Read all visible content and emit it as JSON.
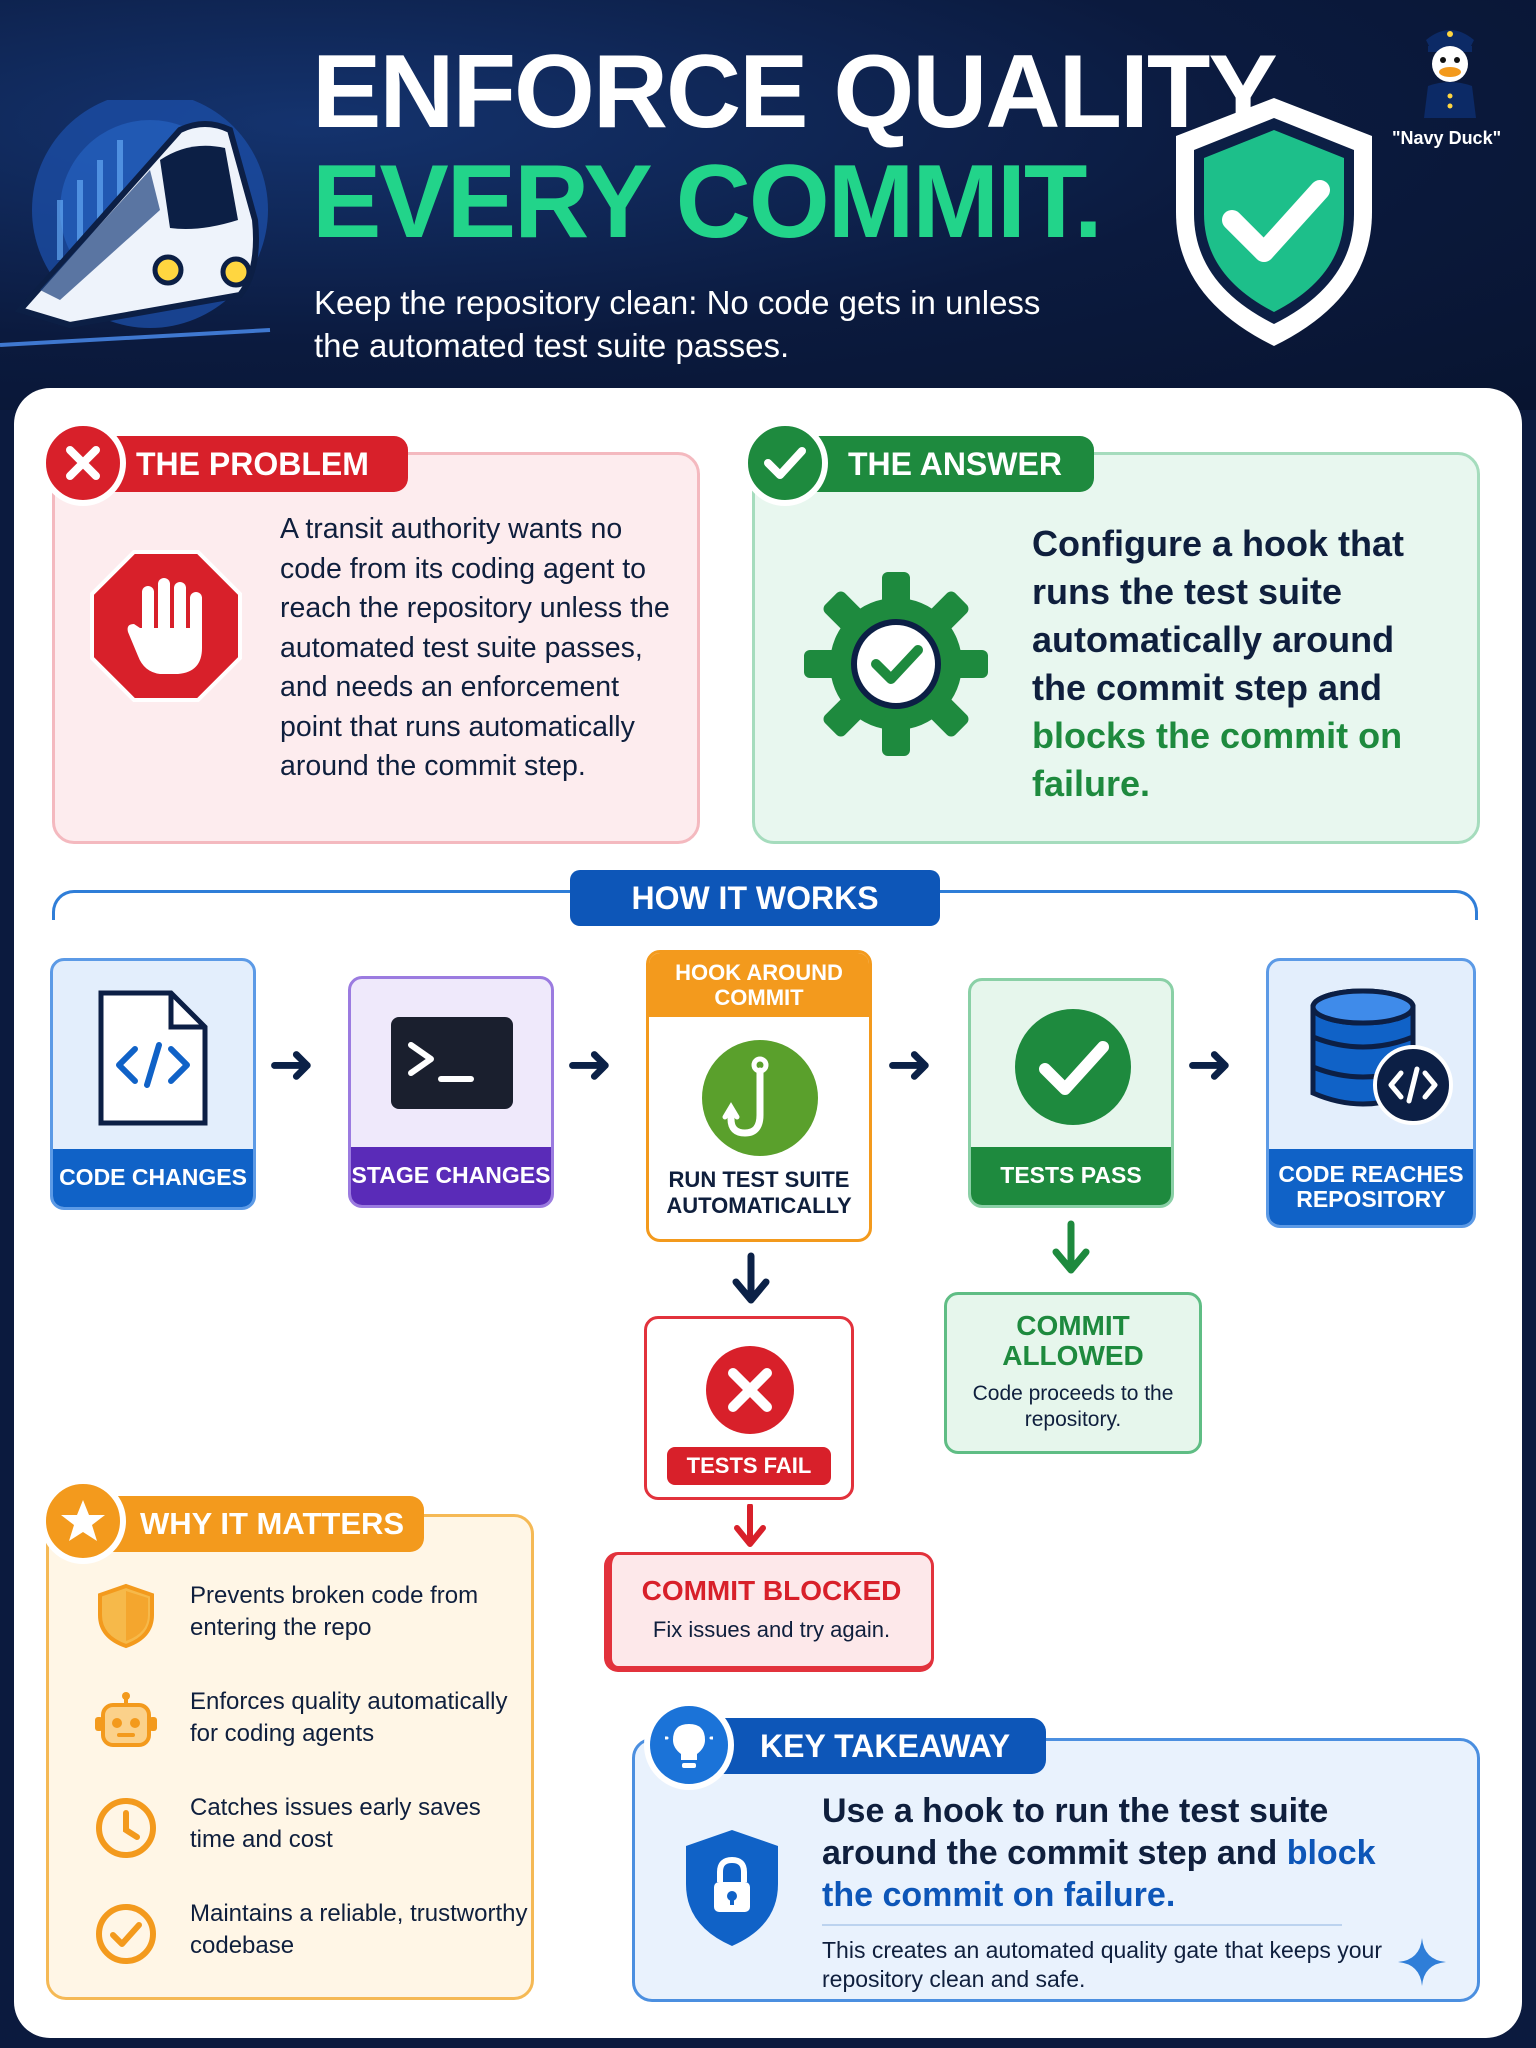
{
  "header": {
    "title_line1": "ENFORCE QUALITY.",
    "title_line2": "EVERY COMMIT.",
    "subtitle": "Keep the repository clean: No code gets in unless the automated test suite passes.",
    "mascot_caption": "\"Navy Duck\""
  },
  "problem": {
    "label": "THE PROBLEM",
    "icon": "stop-hand-icon",
    "text": "A transit authority wants no code from its coding agent to reach the repository unless the automated test suite passes, and needs an enforcement point that runs automatically around the commit step."
  },
  "answer": {
    "label": "THE ANSWER",
    "icon": "gear-check-icon",
    "text_plain": "Configure a hook that runs the test suite automatically around the commit step and ",
    "text_highlight": "blocks the commit on failure."
  },
  "how_it_works": {
    "label": "HOW IT WORKS",
    "steps": [
      {
        "label": "CODE CHANGES",
        "icon": "code-file-icon"
      },
      {
        "label": "STAGE CHANGES",
        "icon": "terminal-icon"
      },
      {
        "header": "HOOK AROUND COMMIT",
        "label": "RUN TEST SUITE AUTOMATICALLY",
        "icon": "hook-icon"
      },
      {
        "label": "TESTS PASS",
        "icon": "check-circle-icon"
      },
      {
        "label": "CODE REACHES REPOSITORY",
        "icon": "database-code-icon"
      }
    ],
    "fail": {
      "label": "TESTS FAIL",
      "result_title": "COMMIT BLOCKED",
      "result_text": "Fix issues and try again."
    },
    "pass": {
      "result_title": "COMMIT ALLOWED",
      "result_text": "Code proceeds to the repository."
    }
  },
  "why_it_matters": {
    "label": "WHY IT MATTERS",
    "items": [
      {
        "icon": "shield-icon",
        "text": "Prevents broken code from entering the repo"
      },
      {
        "icon": "robot-icon",
        "text": "Enforces quality automatically for coding agents"
      },
      {
        "icon": "clock-icon",
        "text": "Catches issues early saves time and cost"
      },
      {
        "icon": "check-badge-icon",
        "text": "Maintains a reliable, trustworthy codebase"
      }
    ]
  },
  "key_takeaway": {
    "label": "KEY TAKEAWAY",
    "main_plain": "Use a hook to run the test suite around the commit step and ",
    "main_highlight": "block the commit on failure.",
    "sub": "This creates an automated quality gate that keeps your repository clean and safe."
  },
  "colors": {
    "navy": "#0b1a3e",
    "accent_green": "#22d48a",
    "problem_red": "#d8202a",
    "answer_green": "#1e8a3e",
    "flow_blue": "#1062c7",
    "stage_purple": "#5a2bb8",
    "hook_orange": "#f39a1d"
  }
}
